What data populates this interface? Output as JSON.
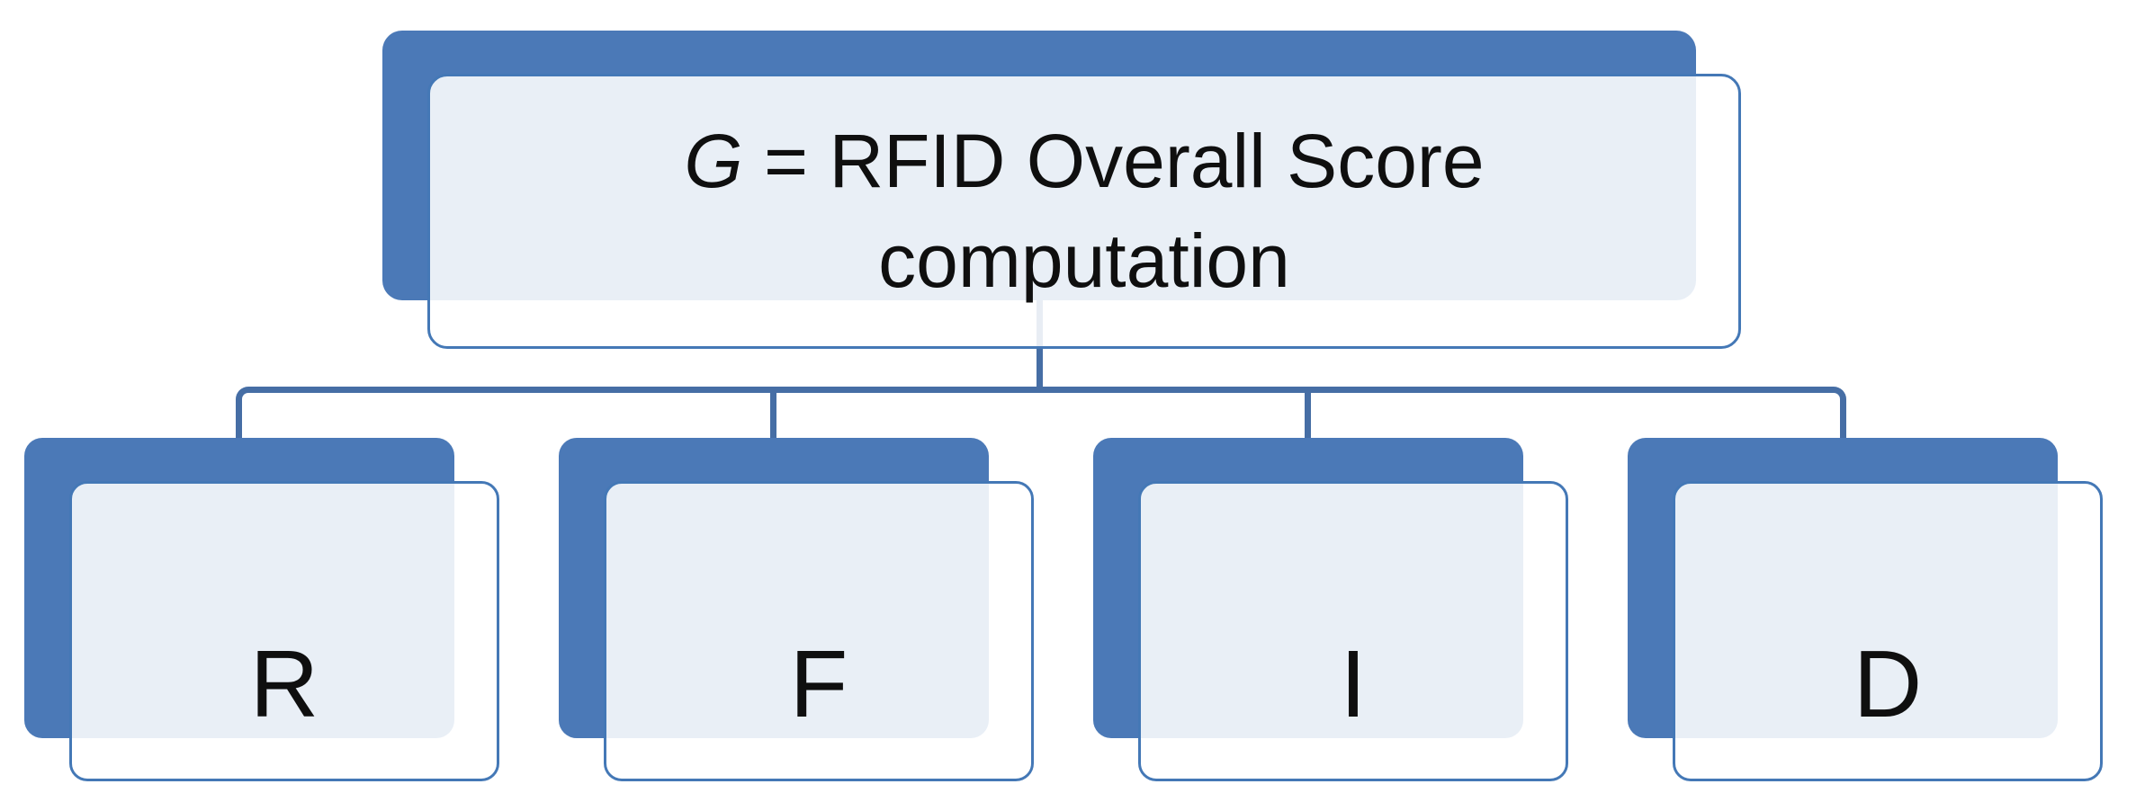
{
  "diagram": {
    "type": "hierarchy-smartart",
    "root": {
      "variable": "G",
      "title_rest": " = RFID Overall Score",
      "title_line2": "computation",
      "full_title": "G = RFID Overall Score computation"
    },
    "children": [
      {
        "label": "R"
      },
      {
        "label": "F"
      },
      {
        "label": "I"
      },
      {
        "label": "D"
      }
    ]
  },
  "colors": {
    "node_fill_blue": "#4B79B7",
    "node_stroke_blue": "#4478B6",
    "front_panel_tint_over_blue": "#E9EEF7",
    "connector_blue": "#466EA5",
    "text": "#0F0F0F",
    "background": "#FFFFFF"
  }
}
